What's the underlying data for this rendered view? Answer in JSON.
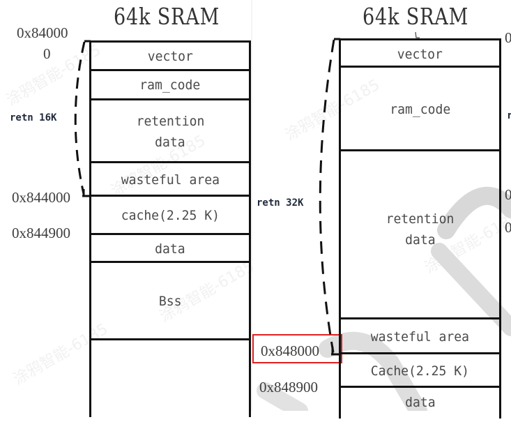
{
  "left_map": {
    "title": "64k SRAM",
    "start_address": "0x84000\n0",
    "start_address_line1": "0x84000",
    "start_address_line2": "0",
    "retention_label": "retn 16K",
    "address_labels": [
      "0x844000",
      "0x844900"
    ],
    "segments": [
      {
        "label": "vector"
      },
      {
        "label": "ram_code"
      },
      {
        "label": "retention\ndata",
        "line1": "retention",
        "line2": "data"
      },
      {
        "label": "wasteful area"
      },
      {
        "label": "cache(2.25 K)"
      },
      {
        "label": "data"
      },
      {
        "label": "Bss"
      },
      {
        "label": ""
      }
    ]
  },
  "right_map": {
    "title": "64k SRAM",
    "retention_label": "retn 32K",
    "highlighted_address": "0x848000",
    "address_labels": [
      "0x848900"
    ],
    "segments": [
      {
        "label": "vector"
      },
      {
        "label": "ram_code"
      },
      {
        "label": "retention\ndata",
        "line1": "retention",
        "line2": "data"
      },
      {
        "label": "wasteful area"
      },
      {
        "label": "Cache(2.25 K)"
      },
      {
        "label": "data"
      }
    ],
    "cut_off_edge_labels": [
      "0",
      "r",
      "0",
      "0"
    ]
  },
  "highlight_color": "#e02020",
  "watermark_text": "涂鸦智能-6185"
}
